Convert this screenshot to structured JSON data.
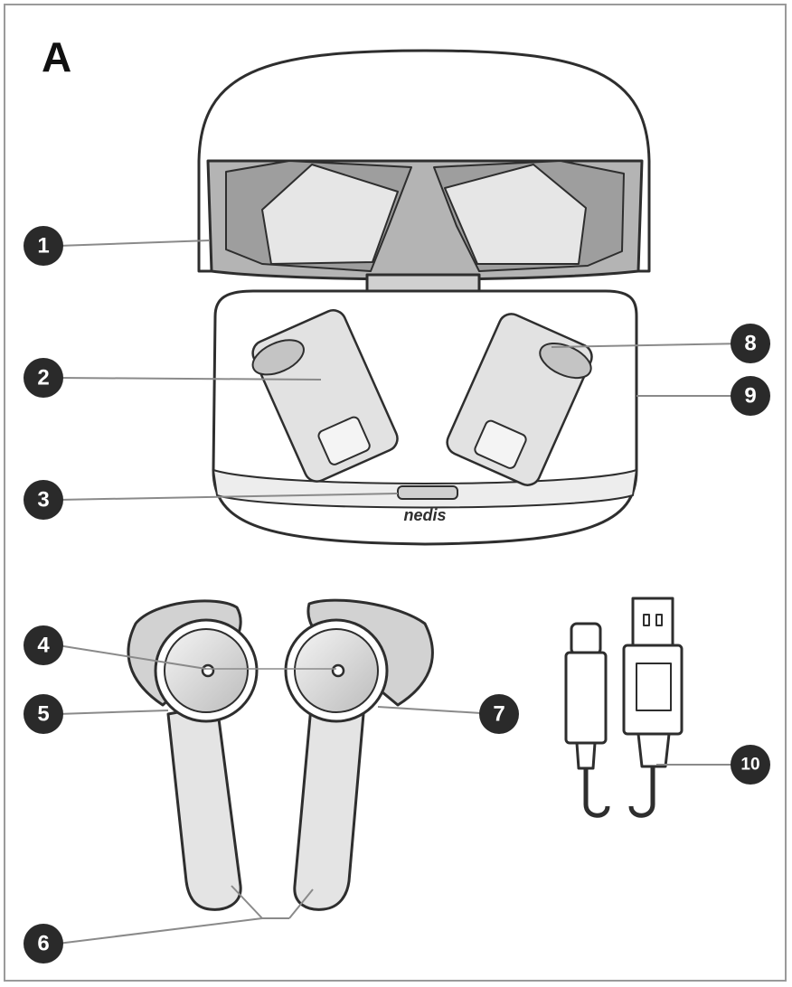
{
  "panel": {
    "letter": "A"
  },
  "case_logo": "nedis",
  "callouts": [
    {
      "id": "1",
      "label": "1"
    },
    {
      "id": "2",
      "label": "2"
    },
    {
      "id": "3",
      "label": "3"
    },
    {
      "id": "4",
      "label": "4"
    },
    {
      "id": "5",
      "label": "5"
    },
    {
      "id": "6",
      "label": "6"
    },
    {
      "id": "7",
      "label": "7"
    },
    {
      "id": "8",
      "label": "8"
    },
    {
      "id": "9",
      "label": "9"
    },
    {
      "id": "10",
      "label": "10"
    }
  ],
  "colors": {
    "line": "#3a3a3a",
    "fill_light": "#f2f2f2",
    "fill_mid": "#c8c8c8",
    "fill_dark": "#9c9c9c",
    "badge": "#2a2a2a",
    "leader": "#8a8a8a"
  }
}
